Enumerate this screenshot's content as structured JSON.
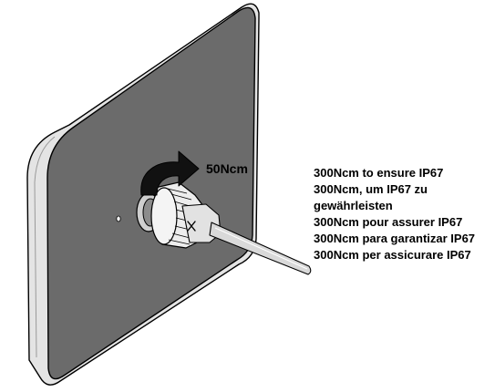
{
  "torque": {
    "value_label": "50Ncm"
  },
  "notes": [
    "300Ncm to ensure IP67",
    "300Ncm, um IP67 zu gewährleisten",
    "300Ncm pour assurer IP67",
    "300Ncm para garantizar IP67",
    "300Ncm per assicurare IP67"
  ],
  "colors": {
    "panel_face": "#6b6b6b",
    "panel_edge": "#e4e4e4",
    "outline": "#000000",
    "nut": "#ededed",
    "cable": "#d9d9d9",
    "arrow": "#111111"
  },
  "icons": {
    "rotation_arrow": "curved-arrow-clockwise-icon"
  }
}
